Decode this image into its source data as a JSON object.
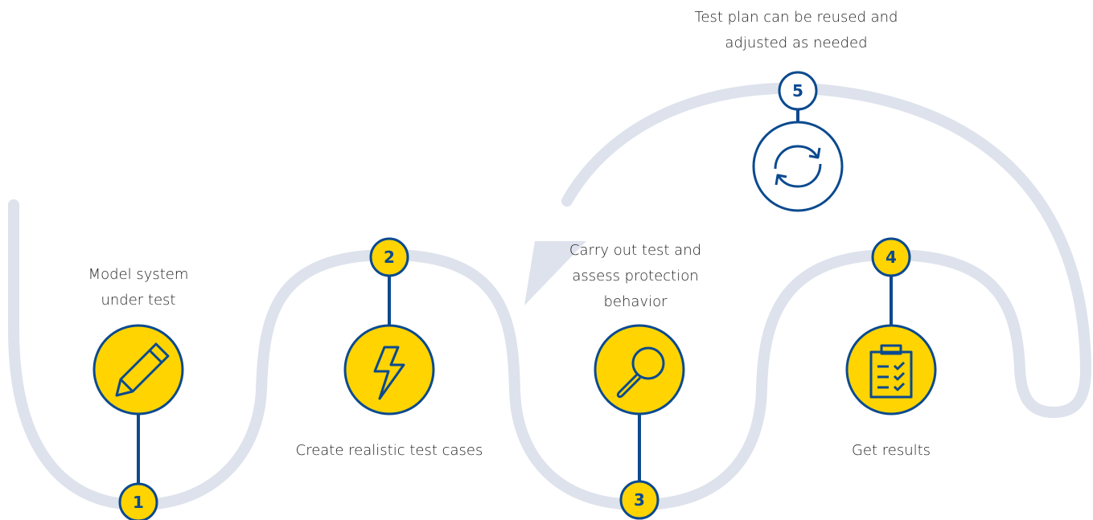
{
  "steps": [
    {
      "number": "1",
      "label": "Model system\nunder test",
      "icon": "pencil-icon"
    },
    {
      "number": "2",
      "label": "Create realistic test cases",
      "icon": "lightning-icon"
    },
    {
      "number": "3",
      "label": "Carry out test and\nassess protection\nbehavior",
      "icon": "magnifier-icon"
    },
    {
      "number": "4",
      "label": "Get results",
      "icon": "clipboard-checklist-icon"
    },
    {
      "number": "5",
      "label": "Test plan can be reused and\nadjusted as needed",
      "icon": "refresh-icon"
    }
  ],
  "colors": {
    "path": "#dde2ec",
    "accent_yellow": "#ffd400",
    "outline_blue": "#0b4a8f",
    "text": "#1f1f1f"
  }
}
